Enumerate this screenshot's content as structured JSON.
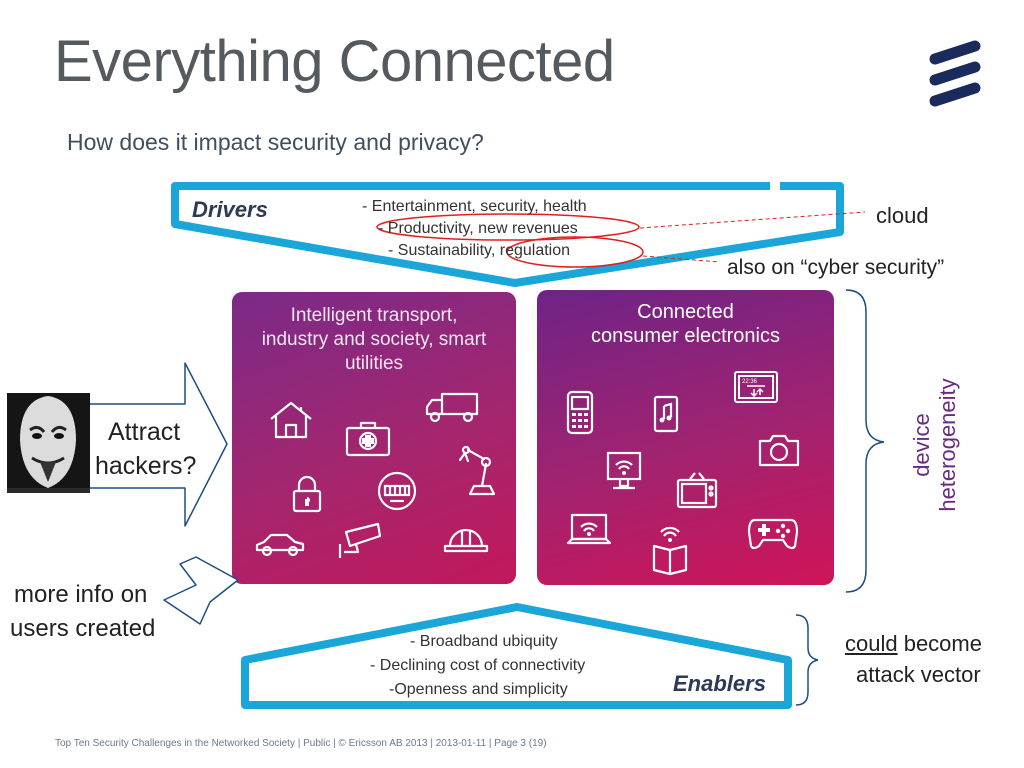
{
  "slide": {
    "title": "Everything Connected",
    "subtitle": "How does it impact security and privacy?"
  },
  "drivers": {
    "label": "Drivers",
    "items": [
      "- Entertainment, security, health",
      "- Productivity, new revenues",
      "- Sustainability, regulation"
    ]
  },
  "annotations": {
    "cloud": "cloud",
    "cyber_security": "also on “cyber security”",
    "attract_line1": "Attract",
    "attract_line2": "hackers?",
    "more_info_line1": "more info on",
    "more_info_line2": "users created",
    "device_line1": "device",
    "device_line2": "heterogeneity",
    "could": "could",
    "become": " become",
    "attack_vector": "attack vector"
  },
  "tiles": {
    "left_title": [
      "Intelligent transport,",
      "industry and society, smart",
      "utilities"
    ],
    "left_icons": [
      "house-icon",
      "truck-icon",
      "first-aid-kit-icon",
      "robot-arm-icon",
      "padlock-icon",
      "meter-icon",
      "car-icon",
      "cctv-camera-icon",
      "hard-hat-icon"
    ],
    "right_title": [
      "Connected",
      "consumer electronics"
    ],
    "right_icons": [
      "mobile-phone-icon",
      "music-player-icon",
      "tablet-icon",
      "camera-icon",
      "wifi-monitor-icon",
      "television-icon",
      "wifi-laptop-icon",
      "e-reader-icon",
      "gamepad-icon"
    ],
    "tablet_time": "22:36"
  },
  "enablers": {
    "label": "Enablers",
    "items": [
      "- Broadband ubiquity",
      "- Declining cost of connectivity",
      "-Openness and simplicity"
    ]
  },
  "footer": "Top Ten Security Challenges in the Networked Society  |  Public  |  © Ericsson AB 2013  |  2013-01-11  |  Page 3 (19)",
  "colors": {
    "frame_blue": "#1aa6d8",
    "logo_navy": "#1a2a5a",
    "title_gray": "#555a5f",
    "annotation_red": "#e02020",
    "tile_purple": "#7a2a88",
    "tile_magenta": "#cf1458"
  }
}
